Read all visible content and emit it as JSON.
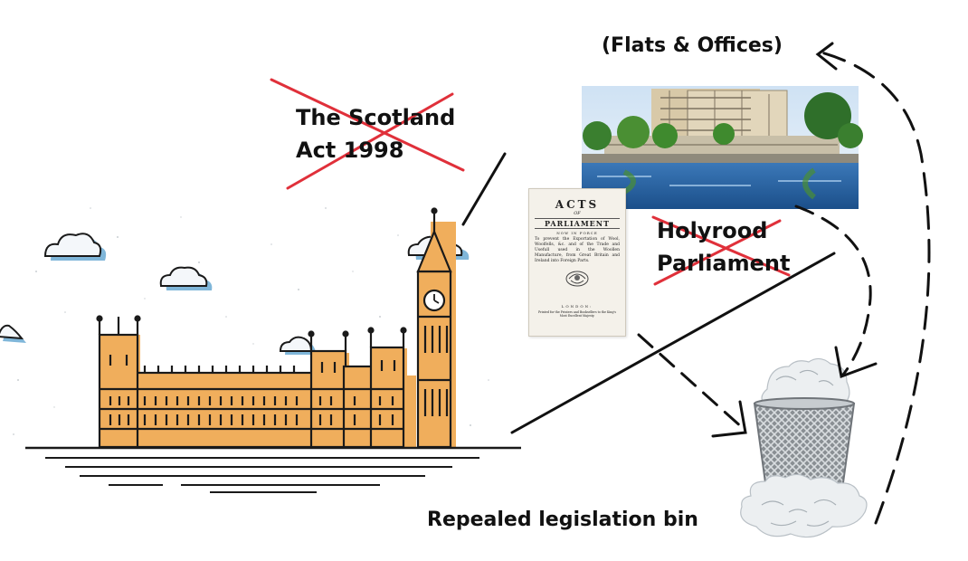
{
  "labels": {
    "flats_offices": "(Flats & Offices)",
    "scotland_act_line1": "The Scotland",
    "scotland_act_line2": "Act 1998",
    "holyrood_line1": "Holyrood",
    "holyrood_line2": "Parliament",
    "repealed_bin": "Repealed legislation bin"
  },
  "acts_document": {
    "title": "ACTS",
    "of": "OF",
    "subtitle": "PARLIAMENT",
    "now_in_force": "NOW IN FORCE",
    "body": "To prevent the Exportation of Wool, Woolfells, &c. and of the Trade and Usefull used in the Woollen Manufacture, from Great Britain and Ireland into Foreign Parts.",
    "imprint": "LONDON:",
    "printer": "Printed for the Printers and Booksellers to the King's Most Excellent Majesty."
  },
  "colors": {
    "parliament_fill": "#f0ae5c",
    "parliament_outline": "#1a1a1a",
    "cross_out": "#e0303a",
    "cloud_fill": "#f4f7fa",
    "cloud_shadow": "#7fb6d9",
    "arrow": "#111111"
  },
  "icons": {
    "parliament": "houses-of-parliament-icon",
    "holyrood": "holyrood-building-photo",
    "bin": "wastebasket-icon",
    "clouds": "cloud-icon"
  }
}
